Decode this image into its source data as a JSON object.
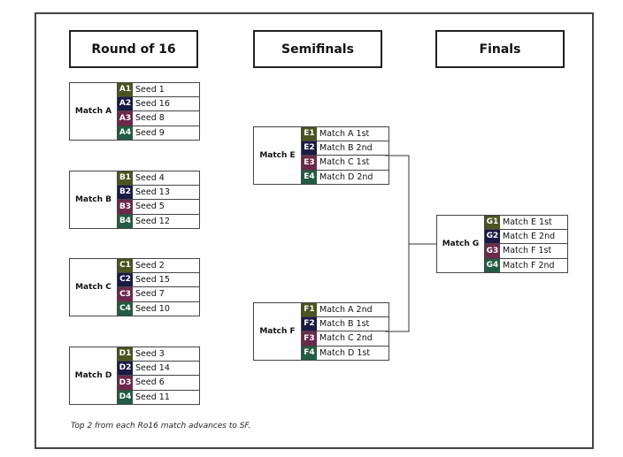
{
  "headers": {
    "round16": "Round of 16",
    "semifinals": "Semifinals",
    "finals": "Finals"
  },
  "colors": {
    "row1": "#4d5320",
    "row2": "#1a1a46",
    "row3": "#6b2a4a",
    "row4": "#235c42"
  },
  "matches": {
    "A": {
      "label": "Match A",
      "rows": [
        {
          "code": "A1",
          "text": "Seed 1"
        },
        {
          "code": "A2",
          "text": "Seed 16"
        },
        {
          "code": "A3",
          "text": "Seed 8"
        },
        {
          "code": "A4",
          "text": "Seed 9"
        }
      ]
    },
    "B": {
      "label": "Match B",
      "rows": [
        {
          "code": "B1",
          "text": "Seed 4"
        },
        {
          "code": "B2",
          "text": "Seed 13"
        },
        {
          "code": "B3",
          "text": "Seed 5"
        },
        {
          "code": "B4",
          "text": "Seed 12"
        }
      ]
    },
    "C": {
      "label": "Match C",
      "rows": [
        {
          "code": "C1",
          "text": "Seed 2"
        },
        {
          "code": "C2",
          "text": "Seed 15"
        },
        {
          "code": "C3",
          "text": "Seed 7"
        },
        {
          "code": "C4",
          "text": "Seed 10"
        }
      ]
    },
    "D": {
      "label": "Match D",
      "rows": [
        {
          "code": "D1",
          "text": "Seed 3"
        },
        {
          "code": "D2",
          "text": "Seed 14"
        },
        {
          "code": "D3",
          "text": "Seed 6"
        },
        {
          "code": "D4",
          "text": "Seed 11"
        }
      ]
    },
    "E": {
      "label": "Match E",
      "rows": [
        {
          "code": "E1",
          "text": "Match A 1st"
        },
        {
          "code": "E2",
          "text": "Match B 2nd"
        },
        {
          "code": "E3",
          "text": "Match C 1st"
        },
        {
          "code": "E4",
          "text": "Match D 2nd"
        }
      ]
    },
    "F": {
      "label": "Match F",
      "rows": [
        {
          "code": "F1",
          "text": "Match A 2nd"
        },
        {
          "code": "F2",
          "text": "Match B 1st"
        },
        {
          "code": "F3",
          "text": "Match C 2nd"
        },
        {
          "code": "F4",
          "text": "Match D 1st"
        }
      ]
    },
    "G": {
      "label": "Match G",
      "rows": [
        {
          "code": "G1",
          "text": "Match E 1st"
        },
        {
          "code": "G2",
          "text": "Match E 2nd"
        },
        {
          "code": "G3",
          "text": "Match F 1st"
        },
        {
          "code": "G4",
          "text": "Match F 2nd"
        }
      ]
    }
  },
  "note": "Top 2 from each Ro16 match advances to SF."
}
